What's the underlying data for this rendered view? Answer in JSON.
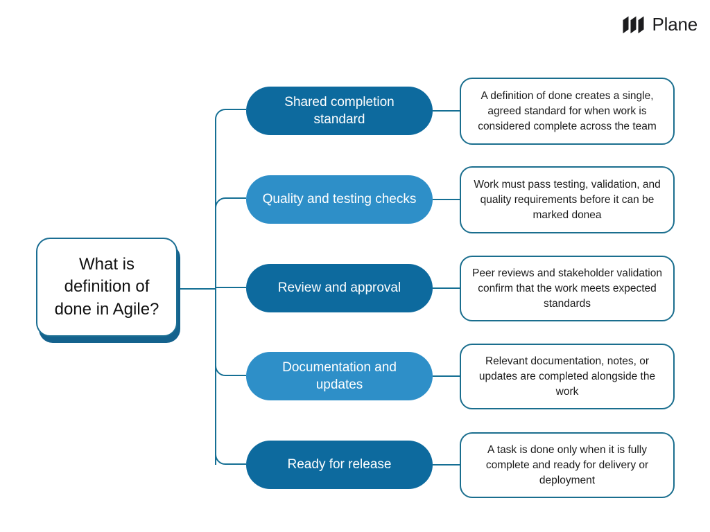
{
  "brand": {
    "name": "Plane",
    "mark_icon": "plane-logo-icon"
  },
  "diagram": {
    "type": "mind-map",
    "root": {
      "label": "What is definition of done in Agile?",
      "fill": "#ffffff",
      "border": "#1b6e93",
      "shadow": "#14628d",
      "text_color": "#111111"
    },
    "palette": {
      "dark_blue": "#0d6a9e",
      "light_blue": "#2e8fc8",
      "connector": "#156f94",
      "card_border": "#1a6e8e",
      "card_fill": "#ffffff"
    },
    "branches": [
      {
        "label": "Shared completion standard",
        "color": "#0d6a9e",
        "description": "A definition of done creates a single, agreed standard for when work is considered complete across the team"
      },
      {
        "label": "Quality and testing checks",
        "color": "#2e8fc8",
        "description": "Work must pass testing, validation, and quality requirements before it can be marked donea"
      },
      {
        "label": "Review and approval",
        "color": "#0d6a9e",
        "description": "Peer reviews and stakeholder validation confirm that the work meets expected standards"
      },
      {
        "label": "Documentation and updates",
        "color": "#2e8fc8",
        "description": "Relevant documentation, notes, or updates are completed alongside the work"
      },
      {
        "label": "Ready for release",
        "color": "#0d6a9e",
        "description": "A task is done only when it is fully complete and ready for delivery or deployment"
      }
    ]
  }
}
